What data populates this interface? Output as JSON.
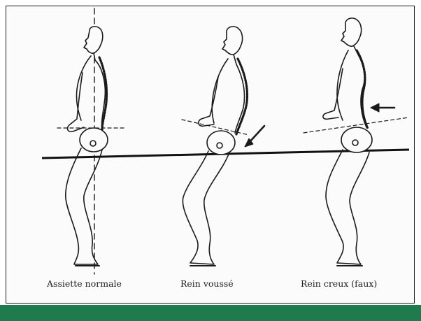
{
  "captions": {
    "normal": "Assiette normale",
    "rounded": "Rein voussé",
    "hollow": "Rein creux (faux)"
  },
  "colors": {
    "ink": "#1a1a1a",
    "paper": "#fbfbfb",
    "bottom_bar": "#1f7a4d"
  }
}
